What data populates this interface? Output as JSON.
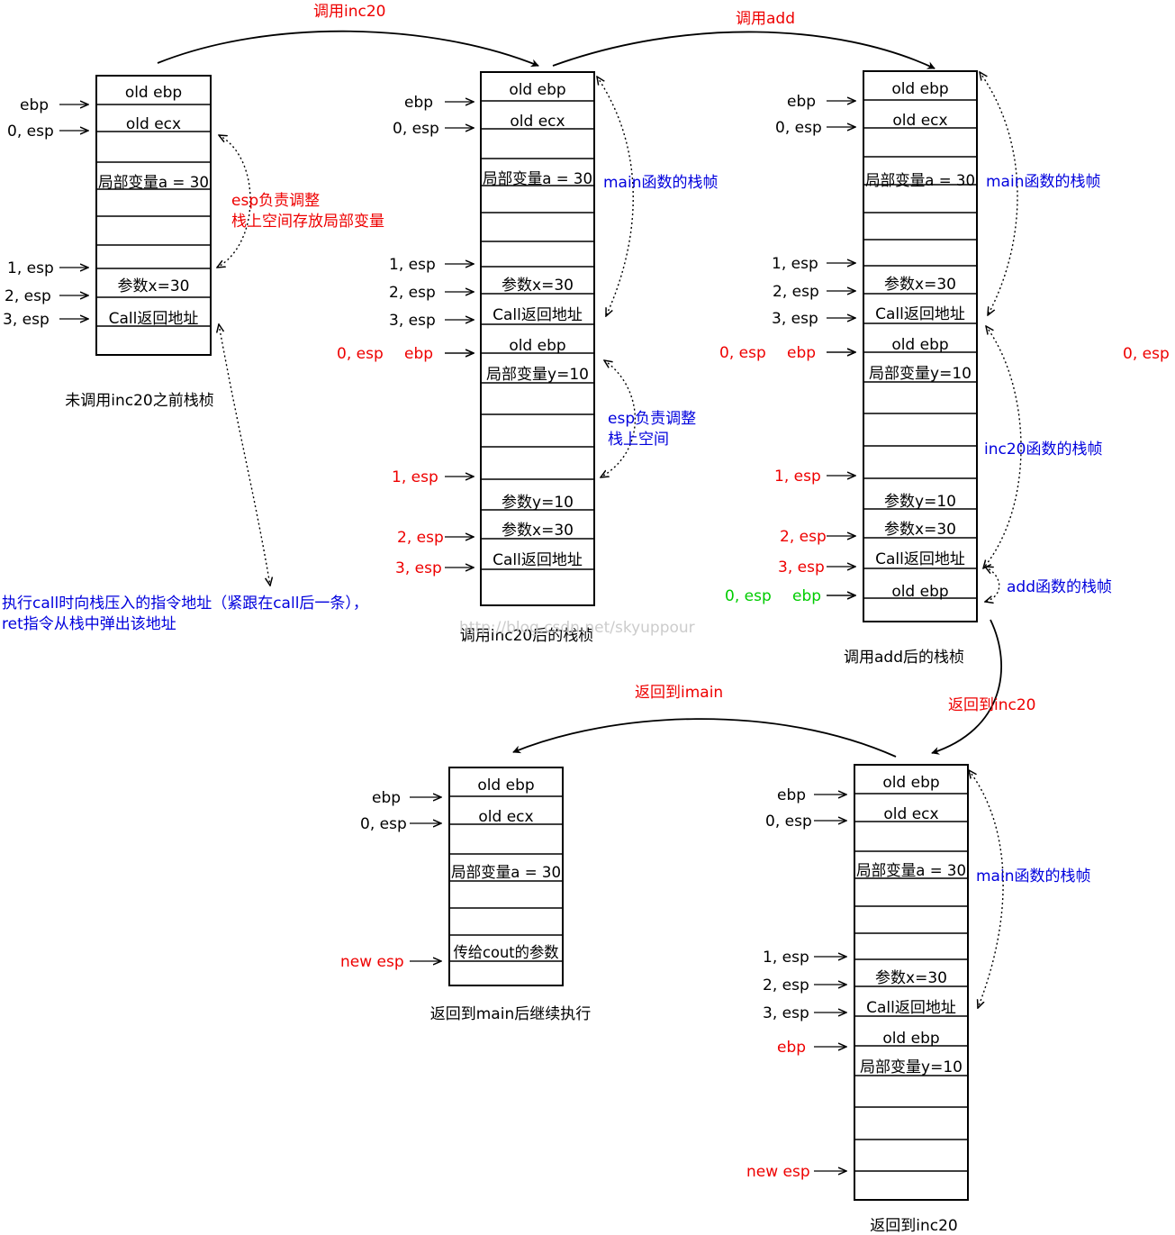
{
  "stacks": [
    {
      "id": "before-inc20",
      "caption": "未调用inc20之前栈桢",
      "cells": [
        "old ebp",
        "old ecx",
        "",
        "局部变量a = 30",
        "",
        "",
        "参数x=30",
        "Call返回地址",
        ""
      ],
      "pointers": [
        {
          "text": "ebp",
          "color": "black"
        },
        {
          "text": "0, esp",
          "color": "black"
        },
        {
          "text": "1, esp",
          "color": "black"
        },
        {
          "text": "2, esp",
          "color": "black"
        },
        {
          "text": "3, esp",
          "color": "black"
        }
      ],
      "notes": [
        {
          "lines": [
            "esp负责调整",
            "栈上空间存放局部变量"
          ],
          "color": "red"
        }
      ]
    },
    {
      "id": "after-inc20",
      "caption": "调用inc20后的栈桢",
      "cells": [
        "old ebp",
        "old ecx",
        "",
        "局部变量a = 30",
        "",
        "",
        "参数x=30",
        "Call返回地址",
        "old ebp",
        "局部变量y=10",
        "",
        "",
        "",
        "参数y=10",
        "参数x=30",
        "Call返回地址",
        ""
      ],
      "pointers": [
        {
          "text": "ebp",
          "color": "black"
        },
        {
          "text": "0, esp",
          "color": "black"
        },
        {
          "text": "1, esp",
          "color": "black"
        },
        {
          "text": "2, esp",
          "color": "black"
        },
        {
          "text": "3, esp",
          "color": "black"
        },
        {
          "text": "0, esp",
          "color": "red"
        },
        {
          "text": "ebp",
          "color": "red"
        },
        {
          "text": "1, esp",
          "color": "red"
        },
        {
          "text": "2, esp",
          "color": "red"
        },
        {
          "text": "3, esp",
          "color": "red"
        }
      ],
      "notes": [
        {
          "lines": [
            "main函数的栈帧"
          ],
          "color": "blue"
        },
        {
          "lines": [
            "esp负责调整",
            "栈上空间"
          ],
          "color": "blue"
        }
      ]
    },
    {
      "id": "after-add",
      "caption": "调用add后的栈桢",
      "cells": [
        "old ebp",
        "old ecx",
        "",
        "局部变量a = 30",
        "",
        "",
        "参数x=30",
        "Call返回地址",
        "old ebp",
        "局部变量y=10",
        "",
        "",
        "",
        "参数y=10",
        "参数x=30",
        "Call返回地址",
        "old ebp",
        ""
      ],
      "pointers": [
        {
          "text": "ebp",
          "color": "black"
        },
        {
          "text": "0, esp",
          "color": "black"
        },
        {
          "text": "1, esp",
          "color": "black"
        },
        {
          "text": "2, esp",
          "color": "black"
        },
        {
          "text": "3, esp",
          "color": "black"
        },
        {
          "text": "0, esp",
          "color": "red"
        },
        {
          "text": "ebp",
          "color": "red"
        },
        {
          "text": "1, esp",
          "color": "red"
        },
        {
          "text": "2, esp",
          "color": "red"
        },
        {
          "text": "3, esp",
          "color": "red"
        },
        {
          "text": "0, esp",
          "color": "green"
        },
        {
          "text": "ebp",
          "color": "green"
        }
      ],
      "notes": [
        {
          "lines": [
            "main函数的栈帧"
          ],
          "color": "blue"
        },
        {
          "lines": [
            "inc20函数的栈帧"
          ],
          "color": "blue"
        },
        {
          "lines": [
            "add函数的栈帧"
          ],
          "color": "blue"
        },
        {
          "lines": [
            "0, esp"
          ],
          "color": "red"
        }
      ]
    },
    {
      "id": "return-main",
      "caption": "返回到main后继续执行",
      "cells": [
        "old ebp",
        "old ecx",
        "",
        "局部变量a = 30",
        "",
        "",
        "传给cout的参数",
        ""
      ],
      "pointers": [
        {
          "text": "ebp",
          "color": "black"
        },
        {
          "text": "0, esp",
          "color": "black"
        },
        {
          "text": "new esp",
          "color": "red"
        }
      ],
      "notes": []
    },
    {
      "id": "return-inc20",
      "caption": "返回到inc20",
      "cells": [
        "old ebp",
        "old ecx",
        "",
        "局部变量a = 30",
        "",
        "",
        "",
        "参数x=30",
        "Call返回地址",
        "old ebp",
        "局部变量y=10",
        "",
        "",
        "",
        ""
      ],
      "pointers": [
        {
          "text": "ebp",
          "color": "black"
        },
        {
          "text": "0, esp",
          "color": "black"
        },
        {
          "text": "1, esp",
          "color": "black"
        },
        {
          "text": "2, esp",
          "color": "black"
        },
        {
          "text": "3, esp",
          "color": "black"
        },
        {
          "text": "ebp",
          "color": "red"
        },
        {
          "text": "new esp",
          "color": "red"
        }
      ],
      "notes": [
        {
          "lines": [
            "main函数的栈帧"
          ],
          "color": "blue"
        }
      ]
    }
  ],
  "transitions": [
    {
      "text": "调用inc20",
      "color": "red"
    },
    {
      "text": "调用add",
      "color": "red"
    },
    {
      "text": "返回到inc20",
      "color": "red"
    },
    {
      "text": "返回到imain",
      "color": "red"
    }
  ],
  "call_note": {
    "lines": [
      "执行call时向栈压入的指令地址（紧跟在call后一条），",
      "ret指令从栈中弹出该地址"
    ],
    "color": "blue"
  },
  "watermark": "http://blog.csdn.net/skyuppour",
  "colors": {
    "red": "#ee0000",
    "blue": "#0000dd",
    "green": "#00cc00",
    "black": "#000000"
  }
}
